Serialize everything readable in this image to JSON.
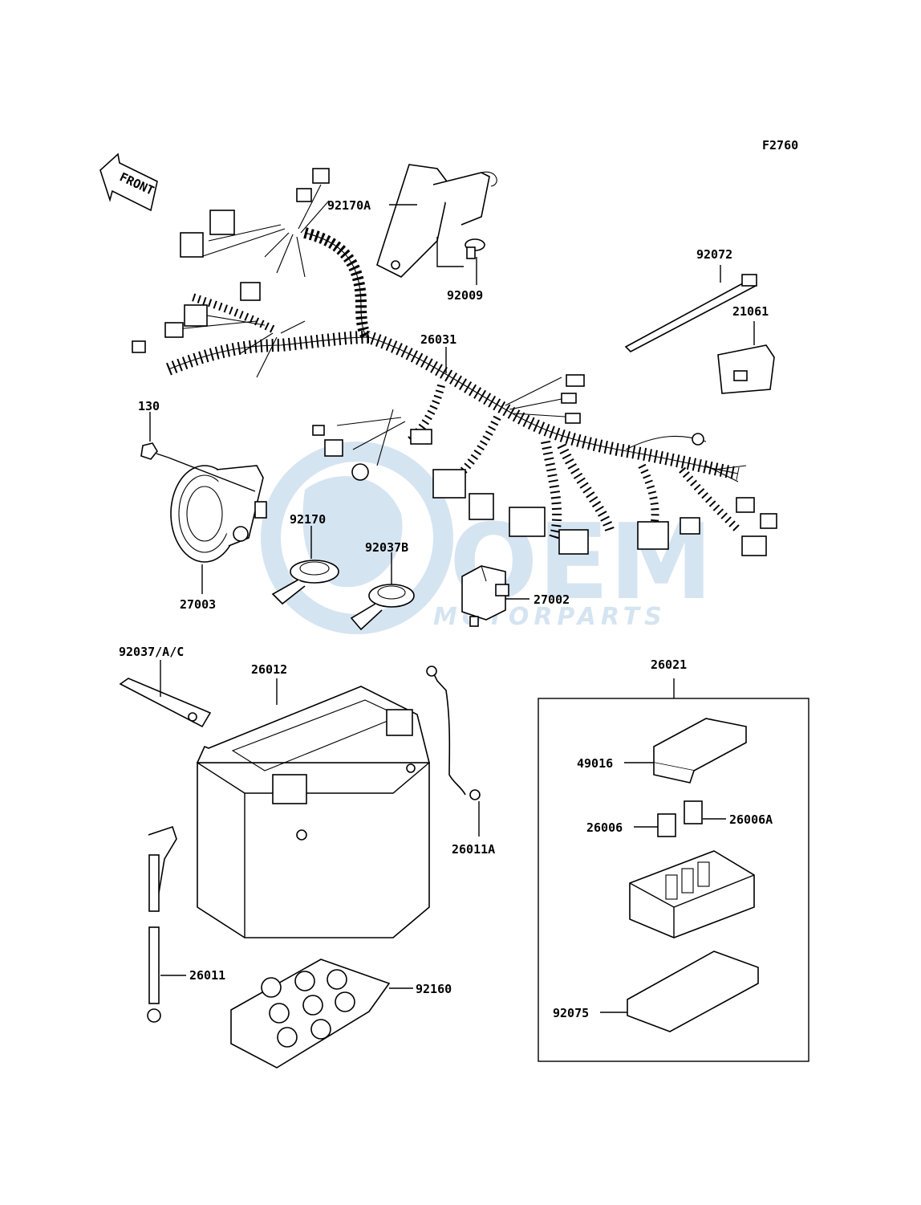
{
  "figure_code": "F2760",
  "front_label": "FRONT",
  "watermark": {
    "brand": "OEM",
    "sub": "MOTORPARTS",
    "color": "#1e6fb8"
  },
  "callouts": {
    "p92170A": "92170A",
    "p92009": "92009",
    "p92072": "92072",
    "p21061": "21061",
    "p26031": "26031",
    "p130": "130",
    "p92170": "92170",
    "p92037B": "92037B",
    "p27002": "27002",
    "p27003": "27003",
    "p92037AC": "92037/A/C",
    "p26012": "26012",
    "p26021": "26021",
    "p49016": "49016",
    "p26006": "26006",
    "p26006A": "26006A",
    "p26011A": "26011A",
    "p26011": "26011",
    "p92160": "92160",
    "p92075": "92075"
  }
}
